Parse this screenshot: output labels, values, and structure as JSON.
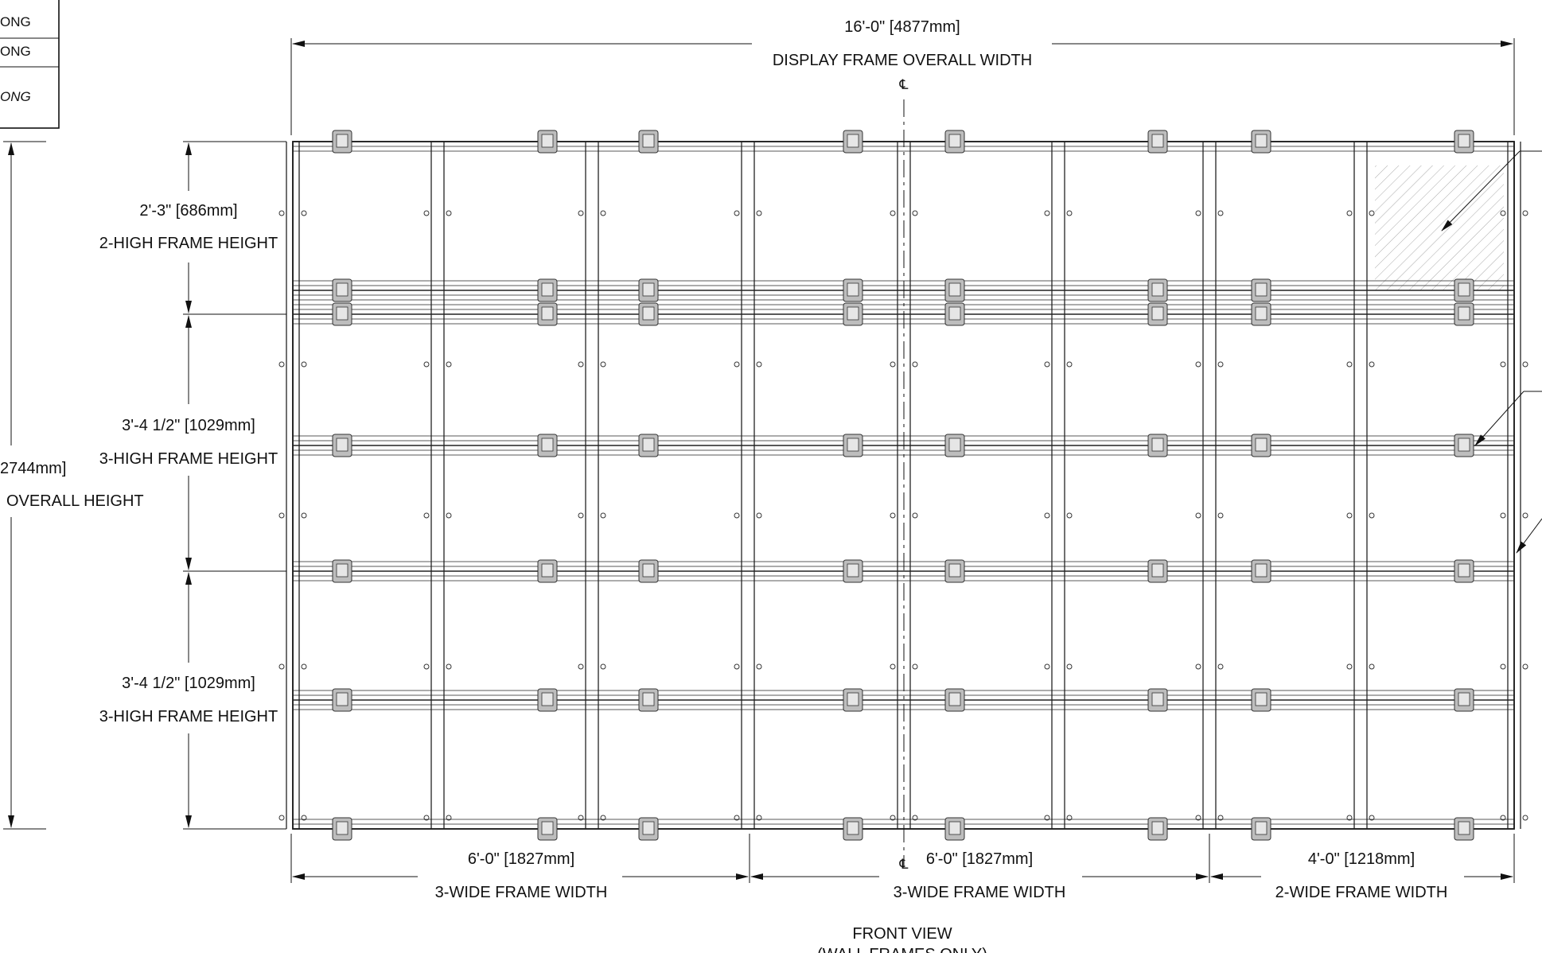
{
  "legend": {
    "rows": [
      "ONG",
      "ONG",
      "ONG"
    ]
  },
  "top_dimension": {
    "value": "16'-0\" [4877mm]",
    "label": "DISPLAY FRAME OVERALL WIDTH"
  },
  "centerline_symbol": "℄",
  "left_overall": {
    "value": "2744mm]",
    "label": "OVERALL HEIGHT"
  },
  "row_dimensions": [
    {
      "value": "2'-3\" [686mm]",
      "label": "2-HIGH FRAME HEIGHT"
    },
    {
      "value": "3'-4 1/2\" [1029mm]",
      "label": "3-HIGH FRAME HEIGHT"
    },
    {
      "value": "3'-4 1/2\" [1029mm]",
      "label": "3-HIGH FRAME HEIGHT"
    }
  ],
  "column_dimensions": [
    {
      "value": "6'-0\" [1827mm]",
      "label": "3-WIDE FRAME WIDTH"
    },
    {
      "value": "6'-0\" [1827mm]",
      "label": "3-WIDE FRAME WIDTH"
    },
    {
      "value": "4'-0\" [1218mm]",
      "label": "2-WIDE FRAME WIDTH"
    }
  ],
  "view_title": {
    "line1": "FRONT VIEW",
    "line2": "(WALL FRAMES ONLY)"
  }
}
